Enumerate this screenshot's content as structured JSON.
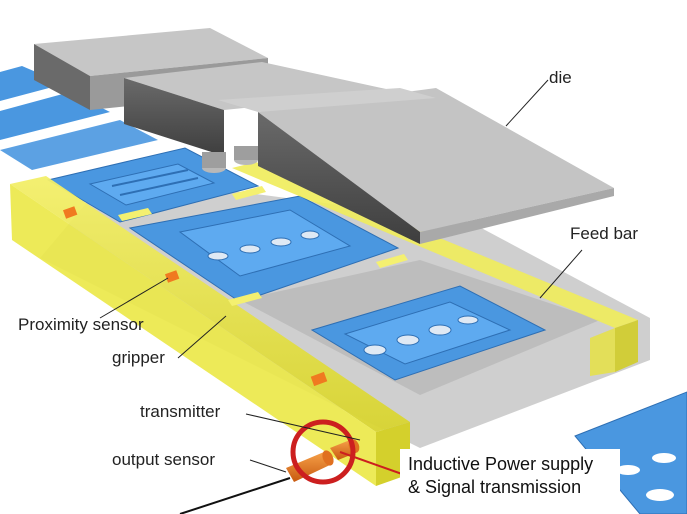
{
  "labels": {
    "die": "die",
    "feed_bar": "Feed bar",
    "proximity_sensor": "Proximity sensor",
    "gripper": "gripper",
    "transmitter": "transmitter",
    "output_sensor": "output sensor"
  },
  "callout": {
    "line1": "Inductive Power supply",
    "line2": "& Signal transmission"
  },
  "colors": {
    "die_gray": "#c4c4c4",
    "die_dark": "#5a5a5a",
    "sheet_blue": "#4a97e0",
    "feed_bar_yellow": "#ece84a",
    "sensor_orange": "#f07a20",
    "highlight_red": "#cc1f1f"
  }
}
